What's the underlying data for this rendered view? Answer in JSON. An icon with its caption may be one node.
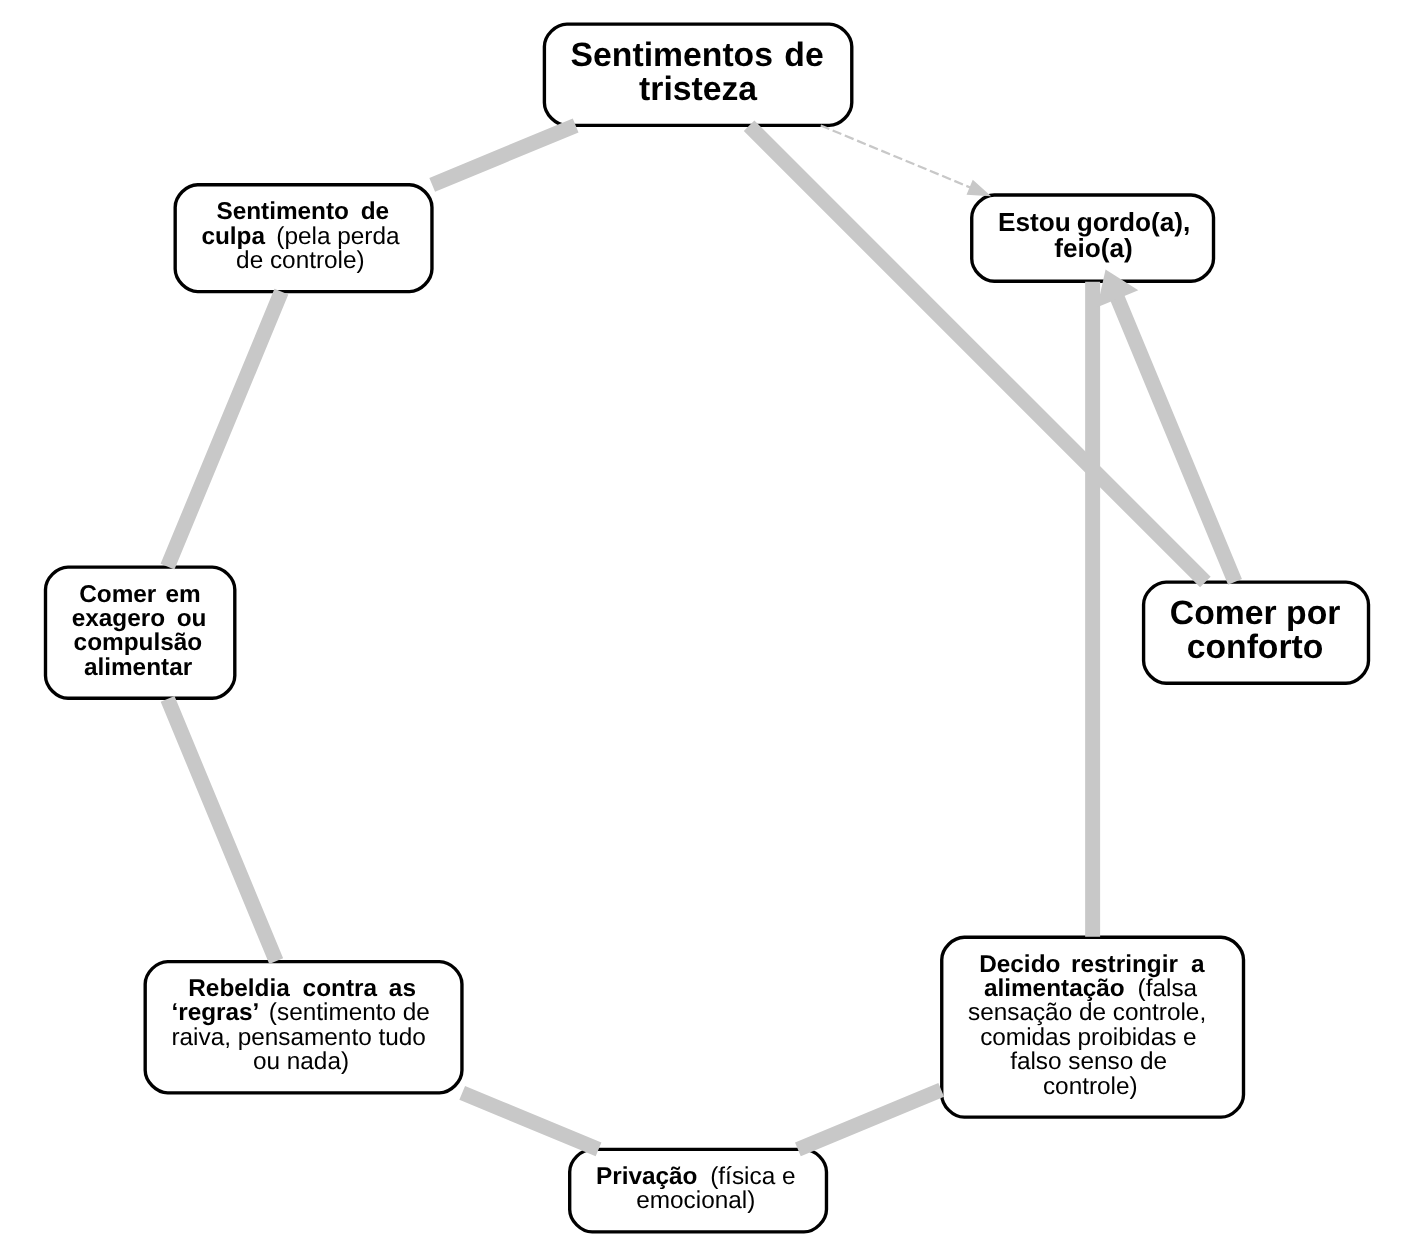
{
  "diagram": {
    "nodes": [
      {
        "text": [
          "Estou gordo(a), feio(a)"
        ]
      },
      {
        "text": [
          "**Decido restringir a alimentação** (falsa sensação de controle, comidas proibidas e falso senso de controle)"
        ]
      },
      {
        "text": [
          "**Privação** (física e emocional)"
        ]
      },
      {
        "text": [
          "**Rebeldia contra as ‘regras’** (sentimento de raiva, pensamento tudo ou nada)"
        ]
      },
      {
        "text": [
          "Comer em exagero ou compulsão alimentar"
        ]
      },
      {
        "text": [
          "**Sentimento de culpa** (pela perda de controle)"
        ]
      },
      {
        "text": [
          "Sentimentos de tristeza"
        ]
      },
      {
        "text": [
          "Comer por conforto"
        ]
      }
    ],
    "edges": [
      {
        "from": 0,
        "to": 1,
        "arrow": "none"
      },
      {
        "from": 1,
        "to": 2,
        "arrow": "none"
      },
      {
        "from": 2,
        "to": 3,
        "arrow": "none"
      },
      {
        "from": 3,
        "to": 4,
        "arrow": "none"
      },
      {
        "from": 4,
        "to": 5,
        "arrow": "none"
      },
      {
        "from": 5,
        "to": 6,
        "arrow": "none"
      },
      {
        "from": 6,
        "to": 7,
        "arrow": "none"
      },
      {
        "from": 7,
        "to": 0,
        "arrow": "to"
      },
      {
        "from": 6,
        "to": 0,
        "arrow": "to",
        "style": "dashed"
      }
    ]
  }
}
